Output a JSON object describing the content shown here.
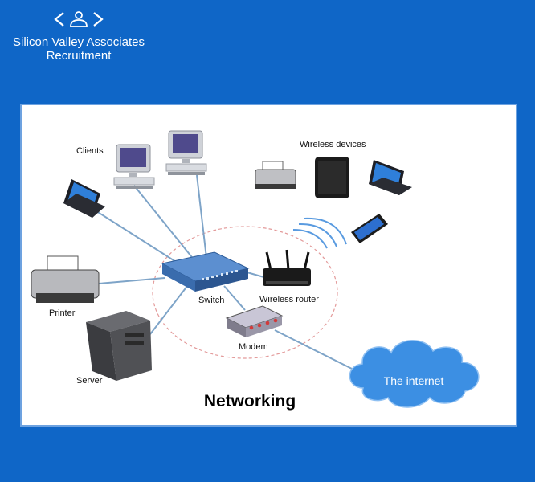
{
  "brand": {
    "line1": "Silicon Valley Associates",
    "line2": "Recruitment",
    "logo_icon": "code-brackets-person-icon"
  },
  "diagram": {
    "title": "Networking",
    "labels": {
      "clients": "Clients",
      "wireless_devices": "Wireless devices",
      "printer": "Printer",
      "switch": "Switch",
      "wireless_router": "Wireless router",
      "modem": "Modem",
      "server": "Server",
      "internet": "The internet"
    }
  },
  "colors": {
    "background": "#0f66c7",
    "panel": "#ffffff",
    "link": "#7ea4c8",
    "cloud": "#3c8fe3"
  }
}
